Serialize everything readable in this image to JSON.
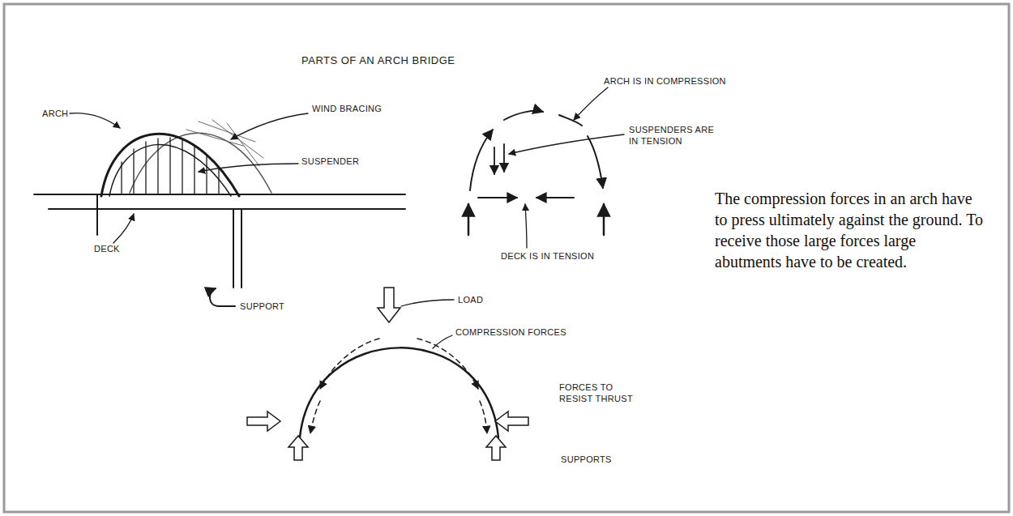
{
  "diagram": {
    "title": "PARTS OF AN ARCH BRIDGE",
    "caption": "The compression forces in an arch have to press ultimately against the ground. To receive those large forces large abutments have to be created.",
    "labels": [
      "ARCH",
      "WIND BRACING",
      "SUSPENDER",
      "DECK",
      "SUPPORT",
      "ARCH IS IN COMPRESSION",
      "SUSPENDERS ARE IN TENSION",
      "DECK IS IN TENSION",
      "LOAD",
      "COMPRESSION FORCES",
      "FORCES TO RESIST THRUST",
      "SUPPORTS"
    ]
  }
}
